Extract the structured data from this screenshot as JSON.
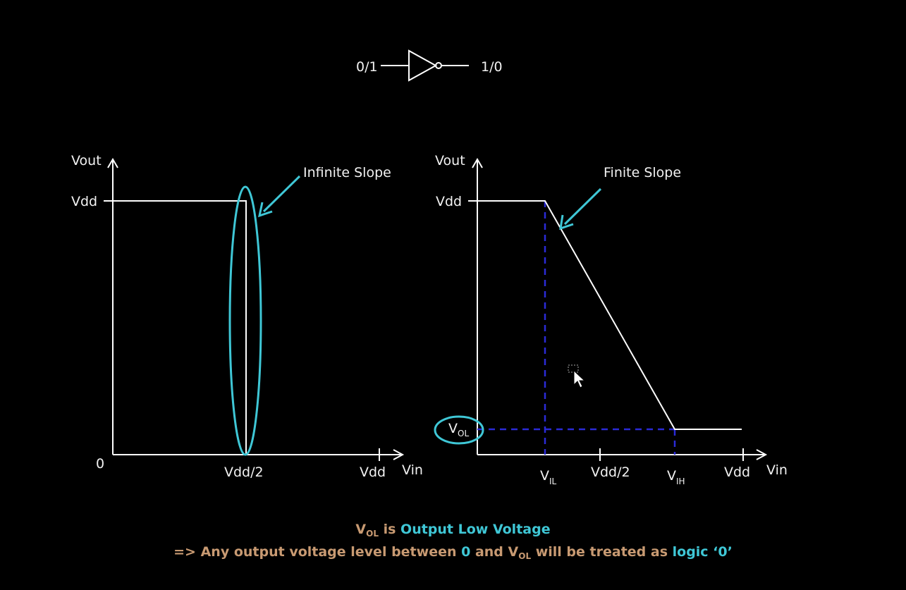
{
  "inverter": {
    "input_label": "0/1",
    "output_label": "1/0"
  },
  "left_graph": {
    "y_axis_label": "Vout",
    "vdd_label": "Vdd",
    "origin_label": "0",
    "mid_label": "Vdd/2",
    "end_label": "Vdd",
    "x_axis_label": "Vin",
    "annotation": "Infinite Slope"
  },
  "right_graph": {
    "y_axis_label": "Vout",
    "vdd_label": "Vdd",
    "vol_label_main": "V",
    "vol_label_sub": "OL",
    "vil_main": "V",
    "vil_sub": "IL",
    "mid_label": "Vdd/2",
    "vih_main": "V",
    "vih_sub": "IH",
    "end_label": "Vdd",
    "x_axis_label": "Vin",
    "annotation": "Finite Slope"
  },
  "caption": {
    "line1": {
      "v": "V",
      "sub": "OL",
      "is": " is ",
      "def": "Output Low Voltage"
    },
    "line2": {
      "part1": "=> Any output voltage level between ",
      "zero": "0",
      "and": " and ",
      "v": "V",
      "sub": "OL",
      "part2": " will be treated as ",
      "logic": "logic ‘0’"
    }
  },
  "colors": {
    "axis": "#ffffff",
    "highlight": "#3fc7d6",
    "dashed": "#2b2bd6",
    "caption_text": "#c89a72"
  },
  "icons": {
    "cursor": "mouse-cursor-icon"
  }
}
